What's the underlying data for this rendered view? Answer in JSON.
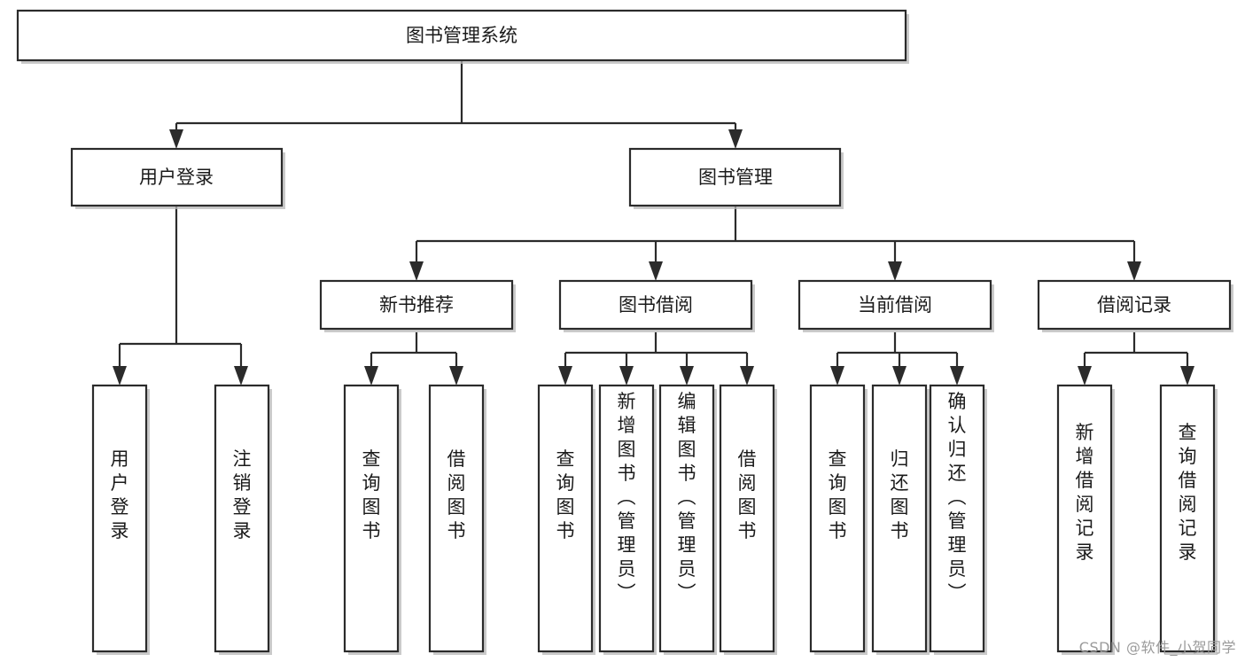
{
  "diagram": {
    "type": "tree",
    "title": "图书管理系统",
    "root": {
      "id": "root",
      "label": "图书管理系统"
    },
    "level2": [
      {
        "id": "user-login",
        "label": "用户登录"
      },
      {
        "id": "book-management",
        "label": "图书管理"
      }
    ],
    "level3": [
      {
        "id": "new-book-recommend",
        "label": "新书推荐",
        "parent": "book-management"
      },
      {
        "id": "book-borrow",
        "label": "图书借阅",
        "parent": "book-management"
      },
      {
        "id": "current-borrow",
        "label": "当前借阅",
        "parent": "book-management"
      },
      {
        "id": "borrow-record",
        "label": "借阅记录",
        "parent": "book-management"
      }
    ],
    "leaves": [
      {
        "id": "leaf-user-login",
        "label": "用户登录",
        "parent": "user-login"
      },
      {
        "id": "leaf-logout-login",
        "label": "注销登录",
        "parent": "user-login"
      },
      {
        "id": "leaf-query-book-1",
        "label": "查询图书",
        "parent": "new-book-recommend"
      },
      {
        "id": "leaf-borrow-book-1",
        "label": "借阅图书",
        "parent": "new-book-recommend"
      },
      {
        "id": "leaf-query-book-2",
        "label": "查询图书",
        "parent": "book-borrow"
      },
      {
        "id": "leaf-add-book",
        "label": "新增图书（管理员）",
        "parent": "book-borrow"
      },
      {
        "id": "leaf-edit-book",
        "label": "编辑图书（管理员）",
        "parent": "book-borrow"
      },
      {
        "id": "leaf-borrow-book-2",
        "label": "借阅图书",
        "parent": "book-borrow"
      },
      {
        "id": "leaf-query-book-3",
        "label": "查询图书",
        "parent": "current-borrow"
      },
      {
        "id": "leaf-return-book",
        "label": "归还图书",
        "parent": "current-borrow"
      },
      {
        "id": "leaf-confirm-return",
        "label": "确认归还（管理员）",
        "parent": "current-borrow"
      },
      {
        "id": "leaf-add-record",
        "label": "新增借阅记录",
        "parent": "borrow-record"
      },
      {
        "id": "leaf-query-record",
        "label": "查询借阅记录",
        "parent": "borrow-record"
      }
    ],
    "colors": {
      "background": "#ffffff",
      "box_fill": "#ffffff",
      "box_stroke": "#2b2b2b",
      "text": "#1a1a1a",
      "shadow": "#b8b8b8",
      "watermark": "#9a9a9a"
    }
  },
  "watermark": {
    "text": "CSDN @软件_小贺同学"
  }
}
